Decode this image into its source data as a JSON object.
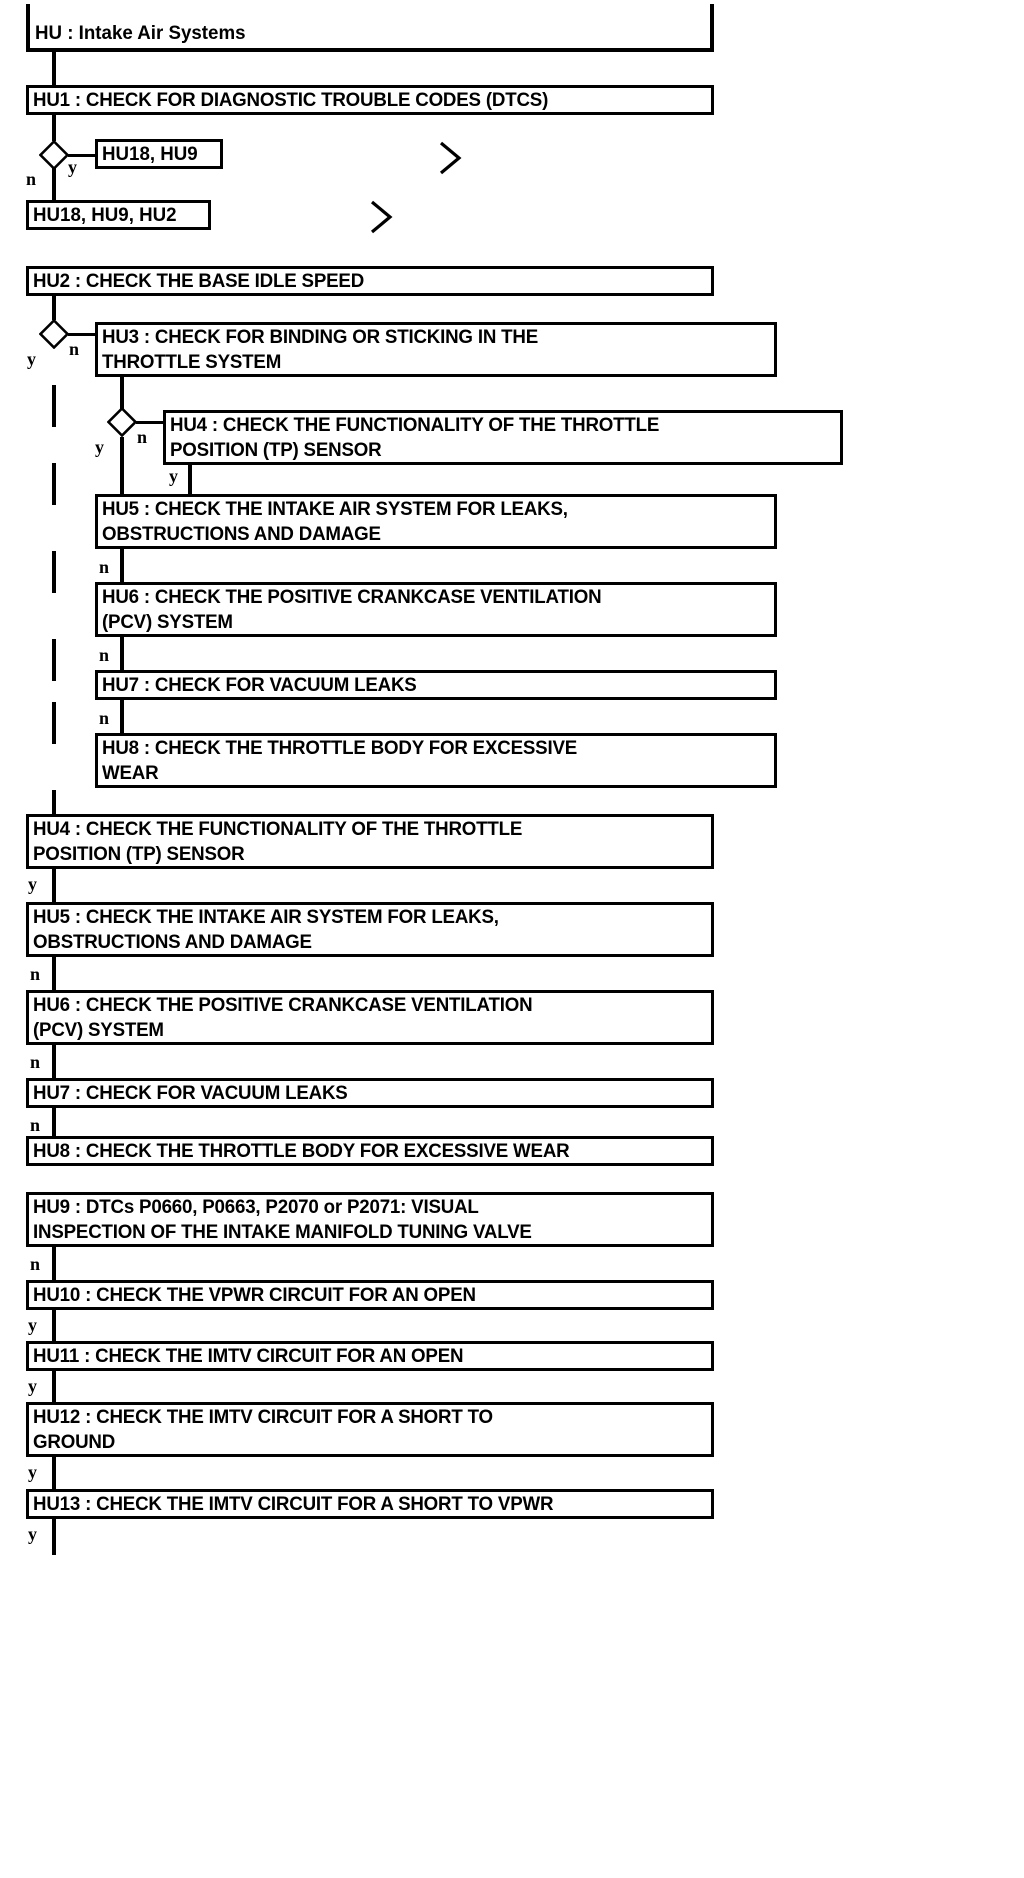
{
  "diagram": {
    "title": "HU : Intake Air Systems",
    "type": "flowchart"
  },
  "chart_data": {
    "type": "flowchart",
    "title": "HU : Intake Air Systems",
    "nodes": [
      {
        "id": "HU",
        "label": "HU : Intake Air Systems"
      },
      {
        "id": "HU1",
        "label": "HU1 : CHECK FOR DIAGNOSTIC TROUBLE CODES (DTCS)"
      },
      {
        "id": "REF1",
        "label": "HU18, HU9"
      },
      {
        "id": "REF2",
        "label": "HU18, HU9, HU2"
      },
      {
        "id": "HU2",
        "label": "HU2 : CHECK THE BASE IDLE SPEED"
      },
      {
        "id": "HU3",
        "label": "HU3 : CHECK FOR BINDING OR STICKING IN THE\nTHROTTLE SYSTEM"
      },
      {
        "id": "HU4a",
        "label": "HU4 : CHECK THE FUNCTIONALITY OF THE THROTTLE\nPOSITION (TP) SENSOR"
      },
      {
        "id": "HU5a",
        "label": "HU5 : CHECK THE INTAKE AIR SYSTEM FOR LEAKS,\nOBSTRUCTIONS AND DAMAGE"
      },
      {
        "id": "HU6a",
        "label": "HU6 : CHECK THE POSITIVE CRANKCASE VENTILATION\n(PCV) SYSTEM"
      },
      {
        "id": "HU7a",
        "label": "HU7 : CHECK FOR VACUUM LEAKS"
      },
      {
        "id": "HU8a",
        "label": "HU8 : CHECK THE THROTTLE BODY FOR EXCESSIVE\nWEAR"
      },
      {
        "id": "HU4b",
        "label": "HU4 : CHECK THE FUNCTIONALITY OF THE THROTTLE\nPOSITION (TP) SENSOR"
      },
      {
        "id": "HU5b",
        "label": "HU5 : CHECK THE INTAKE AIR SYSTEM FOR LEAKS,\nOBSTRUCTIONS AND DAMAGE"
      },
      {
        "id": "HU6b",
        "label": "HU6 : CHECK THE POSITIVE CRANKCASE VENTILATION\n(PCV) SYSTEM"
      },
      {
        "id": "HU7b",
        "label": "HU7 : CHECK FOR VACUUM LEAKS"
      },
      {
        "id": "HU8b",
        "label": "HU8 : CHECK THE THROTTLE BODY FOR EXCESSIVE WEAR"
      },
      {
        "id": "HU9",
        "label": "HU9 : DTCs P0660, P0663, P2070 or P2071: VISUAL\nINSPECTION OF THE INTAKE MANIFOLD TUNING VALVE"
      },
      {
        "id": "HU10",
        "label": "HU10 : CHECK THE VPWR CIRCUIT FOR AN OPEN"
      },
      {
        "id": "HU11",
        "label": "HU11 : CHECK THE IMTV CIRCUIT FOR AN OPEN"
      },
      {
        "id": "HU12",
        "label": "HU12 : CHECK THE IMTV CIRCUIT FOR A SHORT TO\nGROUND"
      },
      {
        "id": "HU13",
        "label": "HU13 : CHECK THE IMTV CIRCUIT FOR A SHORT TO VPWR"
      }
    ],
    "edge_labels": {
      "d1_n": "n",
      "d1_y": "y",
      "d2_y": "y",
      "d2_n": "n",
      "d3_y": "y",
      "d3_n": "n",
      "e_hu4a_y": "y",
      "e_hu5a_n": "n",
      "e_hu6a_n": "n",
      "e_hu7a_n": "n",
      "e_hu4b_y": "y",
      "e_hu5b_n": "n",
      "e_hu6b_n": "n",
      "e_hu7b_n": "n",
      "e_hu9_n": "n",
      "e_hu10_y": "y",
      "e_hu11_y": "y",
      "e_hu12_y": "y",
      "e_hu13_y": "y"
    },
    "colors": {
      "stroke": "#000000",
      "background": "#ffffff",
      "text": "#000000"
    }
  }
}
